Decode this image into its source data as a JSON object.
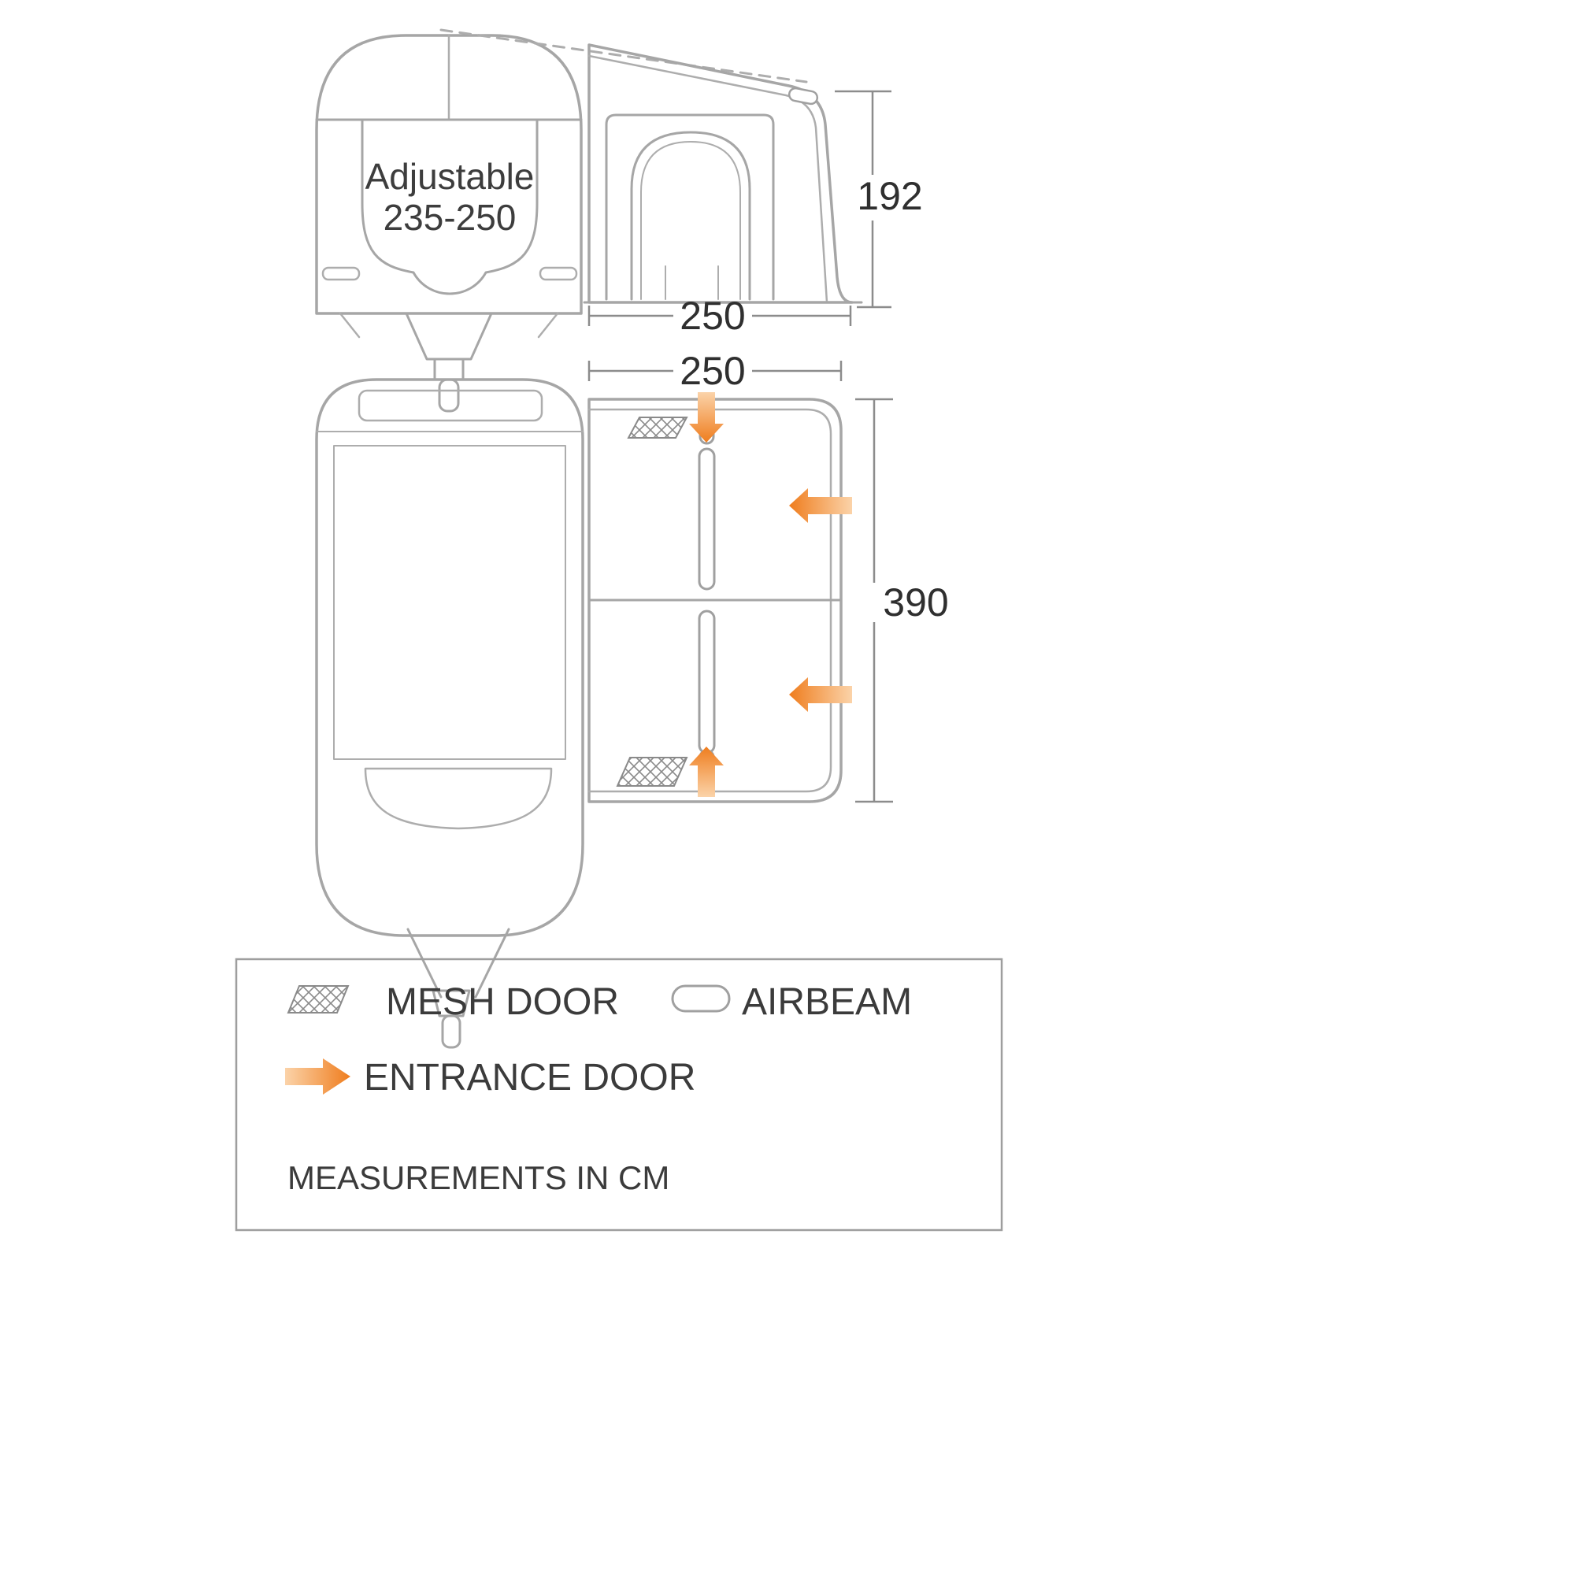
{
  "front_view": {
    "adjustable_line1": "Adjustable",
    "adjustable_line2": "235-250"
  },
  "side_view": {
    "height_cm": "192",
    "depth_cm": "250"
  },
  "plan_view": {
    "width_cm": "250",
    "length_cm": "390"
  },
  "legend": {
    "mesh_door": "MESH DOOR",
    "airbeam": "AIRBEAM",
    "entrance_door": "ENTRANCE DOOR",
    "note": "MEASUREMENTS IN CM"
  },
  "colors": {
    "line": "#a6a6a6",
    "dimension_line": "#8c8c8c",
    "text": "#333333",
    "orange": "#ef7d1e",
    "orange_light": "#fbd3a9"
  }
}
